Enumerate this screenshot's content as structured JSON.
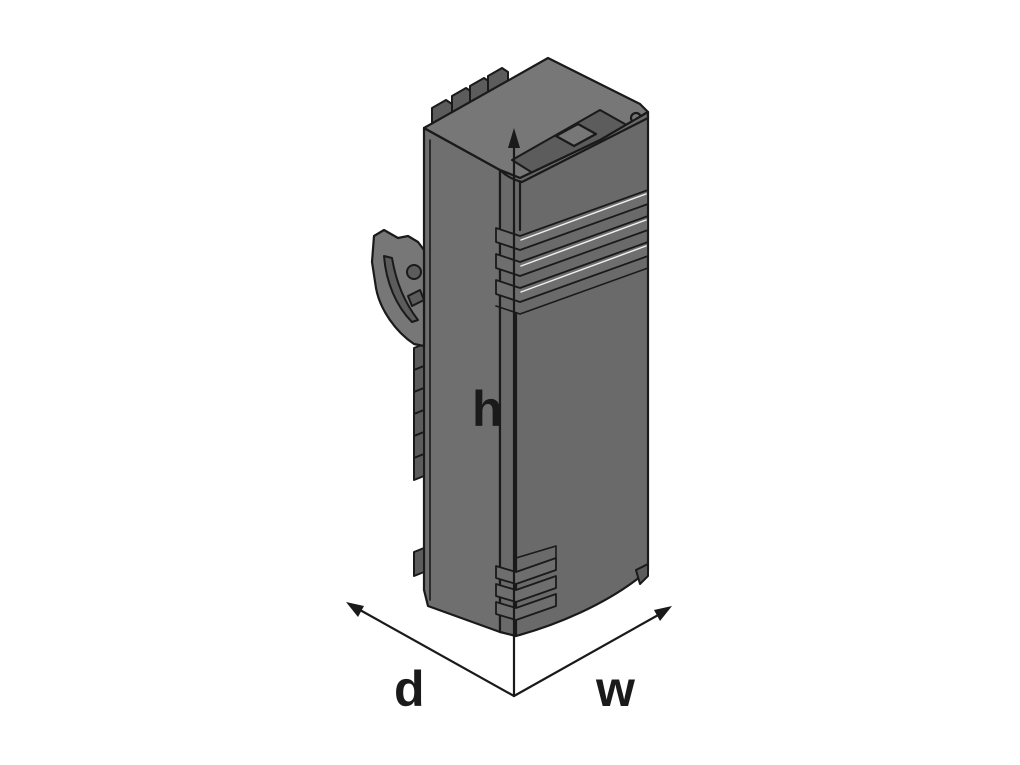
{
  "dimensions": {
    "height_label": "h",
    "depth_label": "d",
    "width_label": "w"
  },
  "colors": {
    "line": "#1a1a1a",
    "housing": "#6a6a6a",
    "background": "#ffffff"
  }
}
